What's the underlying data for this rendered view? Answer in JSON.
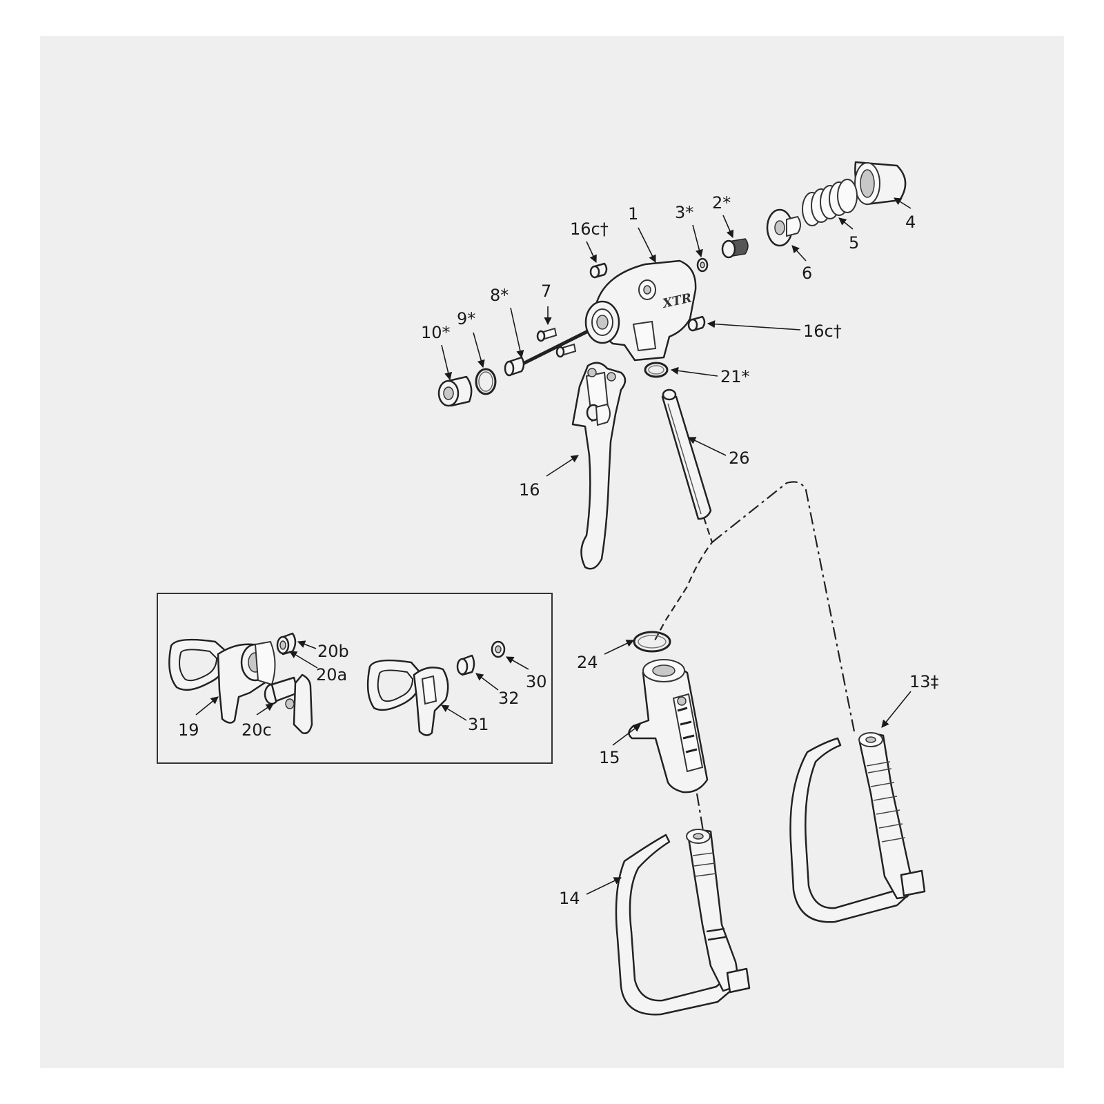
{
  "colors": {
    "background": "#efefef",
    "outline": "#222222",
    "part_fill": "#f4f4f4",
    "inset_border": "#333333"
  },
  "callouts": {
    "c1": "1",
    "c2": "2*",
    "c3": "3*",
    "c4": "4",
    "c5": "5",
    "c6": "6",
    "c7": "7",
    "c8": "8*",
    "c9": "9*",
    "c10": "10*",
    "c13": "13‡",
    "c14": "14",
    "c15": "15",
    "c16": "16",
    "c16c_top": "16c†",
    "c16c_right": "16c†",
    "c19": "19",
    "c20a": "20a",
    "c20b": "20b",
    "c20c": "20c",
    "c21": "21*",
    "c24": "24",
    "c26": "26",
    "c30": "30",
    "c31": "31",
    "c32": "32"
  }
}
